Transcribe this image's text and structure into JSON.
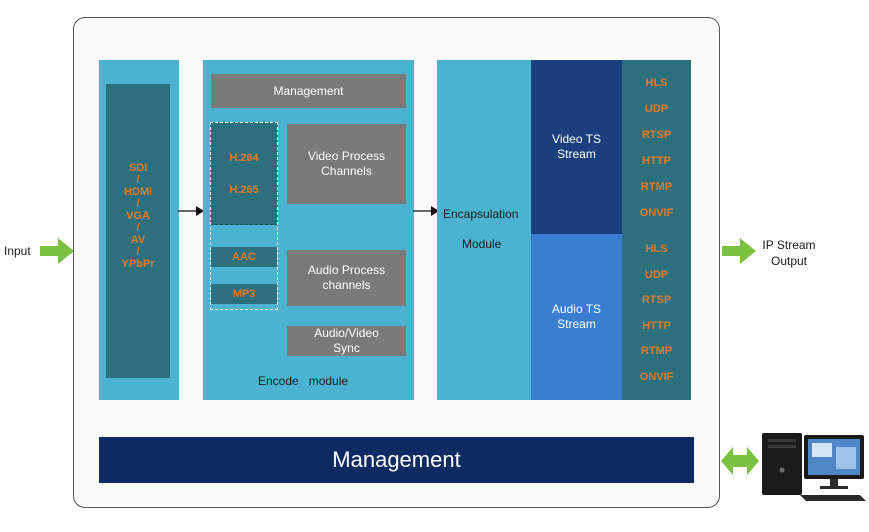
{
  "input_label": "Input",
  "output_label": [
    "IP Stream",
    "Output"
  ],
  "inputs_list": [
    "SDI",
    "/",
    "HDMI",
    "/",
    "VGA",
    "/",
    "AV",
    "/",
    "YPbPr"
  ],
  "encode": {
    "management": "Management",
    "video_codecs": [
      "H.264",
      "H.265"
    ],
    "audio_codec_1": "AAC",
    "audio_codec_2": "MP3",
    "video_process": [
      "Video Process",
      "Channels"
    ],
    "audio_process": [
      "Audio Process",
      "channels"
    ],
    "av_sync": [
      "Audio/Video",
      "Sync"
    ],
    "label": "Encode   module"
  },
  "encapsulation": {
    "label_1": "Encapsulation",
    "label_2": "Module",
    "video_ts": [
      "Video TS",
      "Stream"
    ],
    "audio_ts": [
      "Audio TS",
      "Stream"
    ]
  },
  "protocols_video": [
    "HLS",
    "UDP",
    "RTSP",
    "HTTP",
    "RTMP",
    "ONVIF"
  ],
  "protocols_audio": [
    "HLS",
    "UDP",
    "RTSP",
    "HTTP",
    "RTMP",
    "ONVIF"
  ],
  "management_bar": "Management",
  "colors": {
    "teal": "#4bb3cf",
    "dark_teal": "#2c6f7d",
    "navy": "#0d2a63",
    "video_ts": "#1b3f7e",
    "audio_ts": "#3a7ed1",
    "orange_text": "#e87a22",
    "arrow_green": "#7cc242"
  }
}
